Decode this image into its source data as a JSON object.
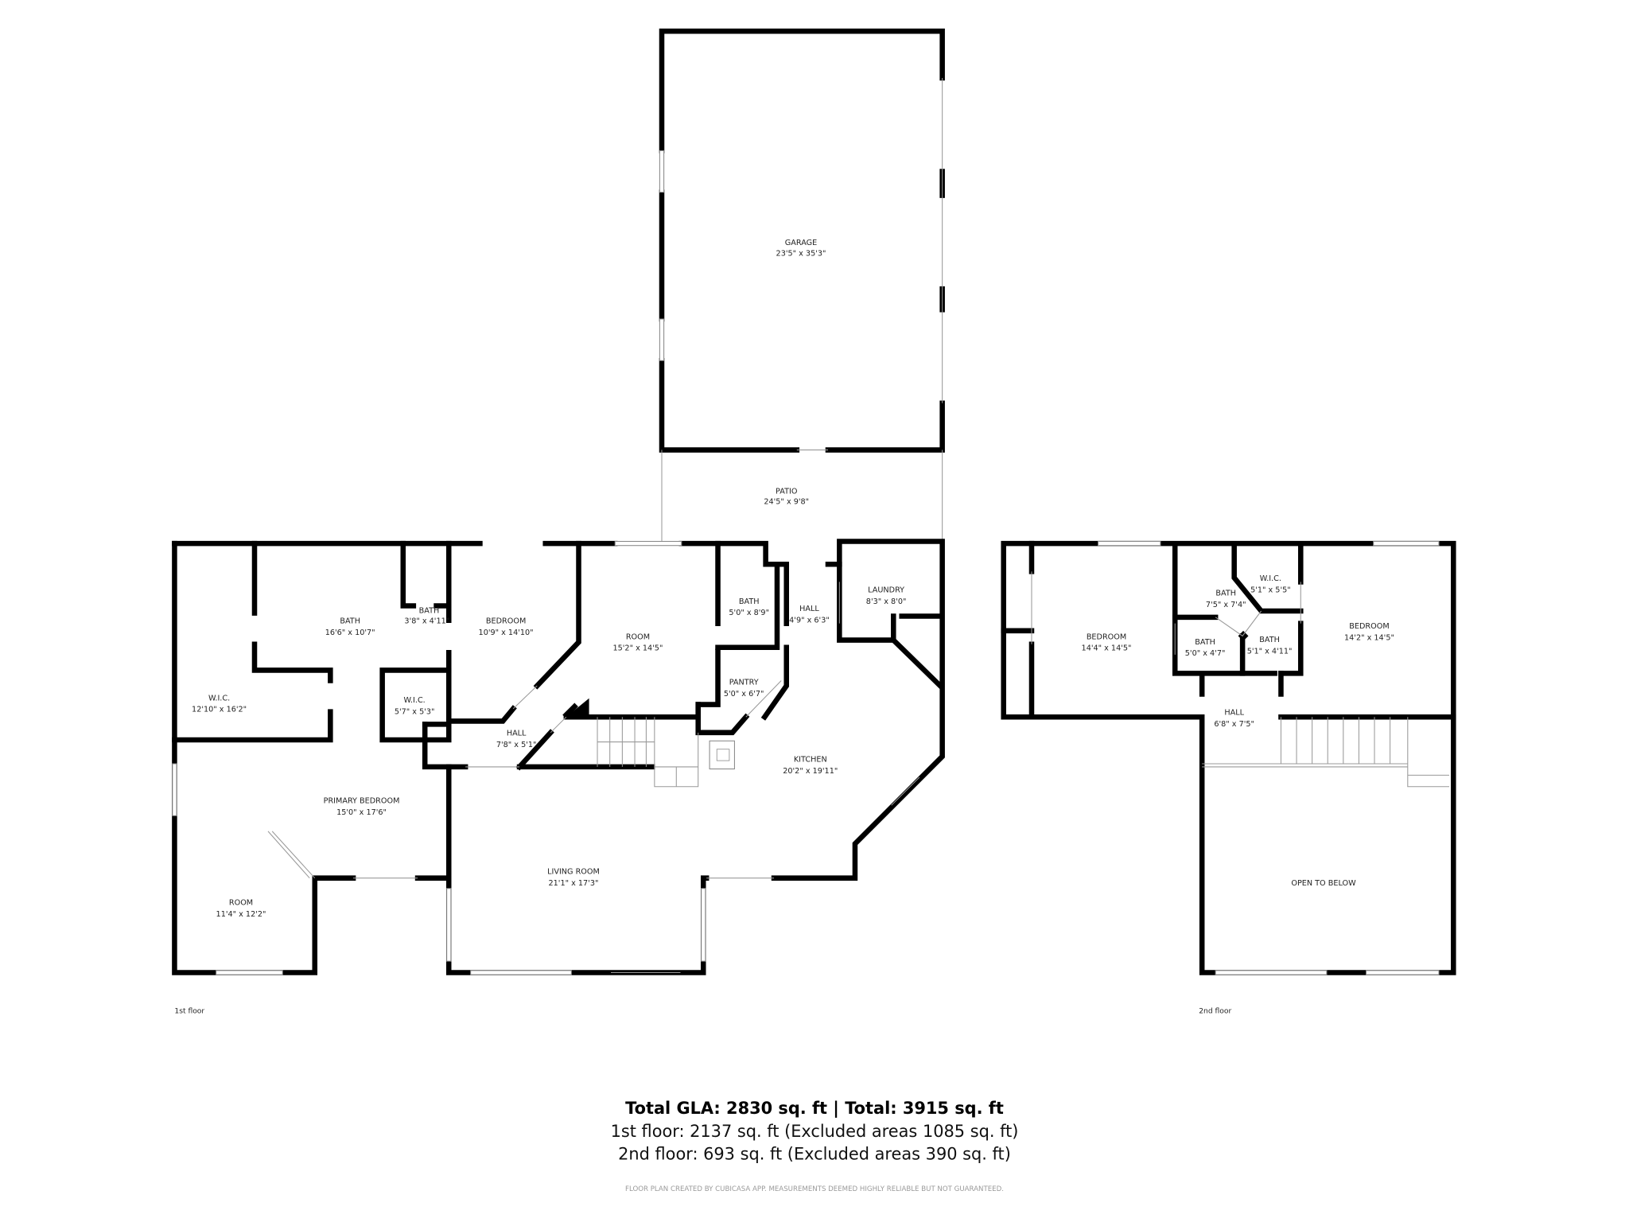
{
  "floor1": {
    "label": "1st floor",
    "rooms": [
      {
        "name": "GARAGE",
        "dims": "23'5\" x 35'3\""
      },
      {
        "name": "PATIO",
        "dims": "24'5\" x 9'8\""
      },
      {
        "name": "W.I.C.",
        "dims": "12'10\" x 16'2\""
      },
      {
        "name": "BATH",
        "dims": "16'6\" x 10'7\""
      },
      {
        "name": "BATH",
        "dims": "3'8\" x 4'11\""
      },
      {
        "name": "BEDROOM",
        "dims": "10'9\" x 14'10\""
      },
      {
        "name": "ROOM",
        "dims": "15'2\" x 14'5\""
      },
      {
        "name": "BATH",
        "dims": "5'0\" x 8'9\""
      },
      {
        "name": "HALL",
        "dims": "4'9\" x 6'3\""
      },
      {
        "name": "LAUNDRY",
        "dims": "8'3\" x 8'0\""
      },
      {
        "name": "PANTRY",
        "dims": "5'0\" x 6'7\""
      },
      {
        "name": "W.I.C.",
        "dims": "5'7\" x 5'3\""
      },
      {
        "name": "HALL",
        "dims": "7'8\" x 5'1\""
      },
      {
        "name": "PRIMARY BEDROOM",
        "dims": "15'0\" x 17'6\""
      },
      {
        "name": "KITCHEN",
        "dims": "20'2\" x 19'11\""
      },
      {
        "name": "LIVING ROOM",
        "dims": "21'1\" x 17'3\""
      },
      {
        "name": "ROOM",
        "dims": "11'4\" x 12'2\""
      }
    ]
  },
  "floor2": {
    "label": "2nd floor",
    "rooms": [
      {
        "name": "BEDROOM",
        "dims": "14'4\" x 14'5\""
      },
      {
        "name": "BATH",
        "dims": "7'5\" x 7'4\""
      },
      {
        "name": "W.I.C.",
        "dims": "5'1\" x 5'5\""
      },
      {
        "name": "BATH",
        "dims": "5'0\" x 4'7\""
      },
      {
        "name": "BATH",
        "dims": "5'1\" x 4'11\""
      },
      {
        "name": "BEDROOM",
        "dims": "14'2\" x 14'5\""
      },
      {
        "name": "HALL",
        "dims": "6'8\" x 7'5\""
      },
      {
        "name": "OPEN TO BELOW",
        "dims": ""
      }
    ]
  },
  "summary": {
    "total": "Total GLA: 2830 sq. ft | Total: 3915 sq. ft",
    "floor1": "1st floor: 2137 sq. ft (Excluded areas 1085 sq. ft)",
    "floor2": "2nd floor: 693 sq. ft (Excluded areas 390 sq. ft)",
    "disclaimer": "FLOOR PLAN CREATED BY CUBICASA APP. MEASUREMENTS DEEMED HIGHLY RELIABLE BUT NOT GUARANTEED."
  }
}
